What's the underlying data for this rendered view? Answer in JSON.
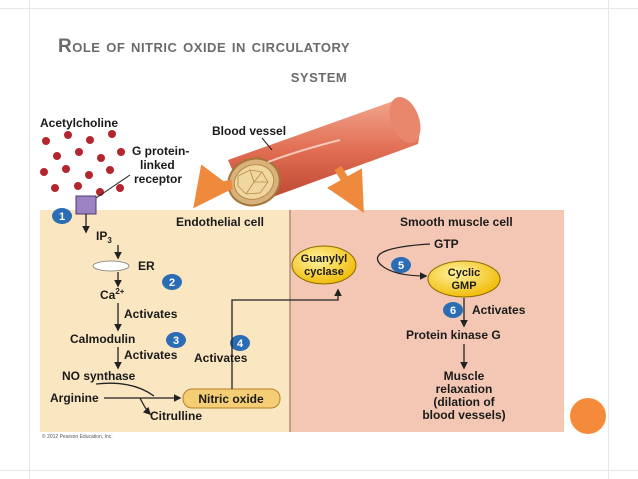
{
  "slide": {
    "title_line1": "Role of nitric oxide in circulatory",
    "title_line2": "system"
  },
  "diagram": {
    "acetylcholine": "Acetylcholine",
    "receptor_line1": "G protein-",
    "receptor_line2": "linked",
    "receptor_line3": "receptor",
    "blood_vessel": "Blood vessel",
    "endothelial_cell": "Endothelial cell",
    "smooth_muscle_cell": "Smooth muscle cell",
    "ip3_base": "IP",
    "ip3_sub": "3",
    "er": "ER",
    "ca_base": "Ca",
    "ca_sup": "2+",
    "activates": "Activates",
    "calmodulin": "Calmodulin",
    "no_synthase": "NO synthase",
    "arginine": "Arginine",
    "nitric_oxide": "Nitric oxide",
    "citrulline": "Citrulline",
    "gtp": "GTP",
    "guanylyl_line1": "Guanylyl",
    "guanylyl_line2": "cyclase",
    "cgmp_line1": "Cyclic",
    "cgmp_line2": "GMP",
    "protein_kinase_g": "Protein kinase G",
    "muscle_line1": "Muscle",
    "muscle_line2": "relaxation",
    "muscle_line3": "(dilation of",
    "muscle_line4": "blood vessels)",
    "copyright": "© 2012 Pearson Education, Inc.",
    "steps": [
      "1",
      "2",
      "3",
      "4",
      "5",
      "6"
    ]
  },
  "colors": {
    "endothelial_bg": "#fbe6c2",
    "smooth_muscle_bg": "#f3c7b3",
    "step_badge": "#2a6db5",
    "accent_orange": "#f58a3a",
    "molecule_red": "#b3262e",
    "yellow_node": "#f5cd2e"
  }
}
